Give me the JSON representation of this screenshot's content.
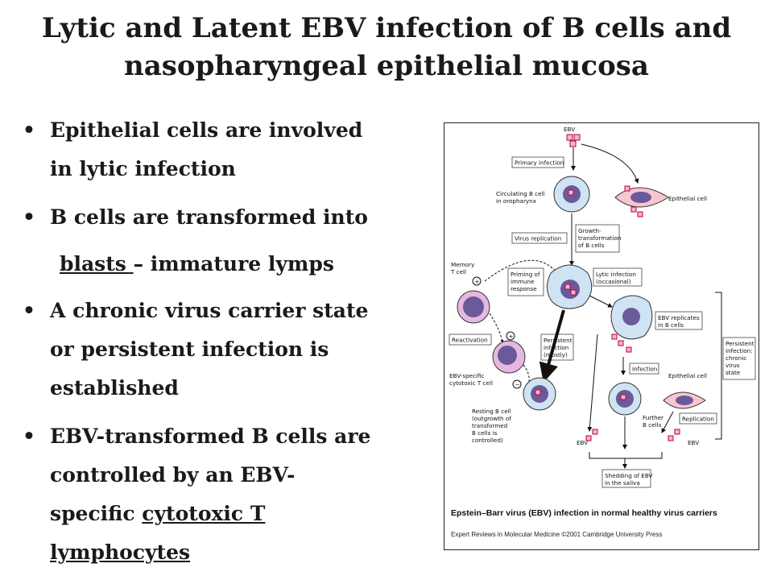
{
  "title_line1": "Lytic and Latent EBV infection of B cells and",
  "title_line2": "nasopharyngeal epithelial mucosa",
  "bullets": {
    "b1_l1": "Epithelial cells are involved",
    "b1_l2": "in lytic infection",
    "b2_l1": "B cells are transformed into",
    "b2_l2_u": "blasts ",
    "b2_l2_rest": "– immature lymps",
    "b3_l1": "A chronic virus carrier state",
    "b3_l2": "or persistent infection is",
    "b3_l3": "established",
    "b4_l1": "EBV-transformed B cells are",
    "b4_l2": "controlled by an EBV-",
    "b4_l3_a": "specific ",
    "b4_l3_u": "cytotoxic T",
    "b4_l4_u": "lymphocytes",
    "marker": "•"
  },
  "figure": {
    "ebv": "EBV",
    "primary_infection": "Primary infection",
    "circulating_b": [
      "Circulating B cell",
      "in oropharynx"
    ],
    "epithelial_cell": "Epithelial cell",
    "virus_replication": "Virus replication",
    "growth_transformation": [
      "Growth-",
      "transformation",
      "of B cells"
    ],
    "memory_t": [
      "Memory",
      "T cell"
    ],
    "priming": [
      "Priming of",
      "immune",
      "response"
    ],
    "lytic_infection": [
      "Lytic infection",
      "(occasional)"
    ],
    "reactivation": "Reactivation",
    "persistent_infection": [
      "Persistent",
      "infection",
      "(mostly)"
    ],
    "ebv_replicates": [
      "EBV replicates",
      "in B cells"
    ],
    "persistent_chronic": [
      "Persistent",
      "infection:",
      "chronic",
      "virus",
      "state"
    ],
    "ebv_specific": [
      "EBV-specific",
      "cytotoxic T cell"
    ],
    "infection": "Infection",
    "epithelial_cell2": "Epithelial cell",
    "resting_b": [
      "Resting B cell",
      "(outgrowth of",
      "transformed",
      "B cells is",
      "controlled)"
    ],
    "further_b": [
      "Further",
      "B cells"
    ],
    "replication": "Replication",
    "ebv_left": "EBV",
    "ebv_right": "EBV",
    "shedding": [
      "Shedding of EBV",
      "in the saliva"
    ],
    "plus": "+",
    "minus": "−",
    "caption": "Epstein–Barr virus (EBV) infection in normal healthy virus carriers",
    "credit": "Expert Reviews in Molecular Medicine ©2001 Cambridge University Press"
  },
  "colors": {
    "b_cell_fill": "#cfe3f3",
    "nucleus": "#6a5a9a",
    "virus_fill": "#f2b5c4",
    "epithelial_fill": "#f7c6cf",
    "t_cell_fill": "#e6b8df"
  }
}
